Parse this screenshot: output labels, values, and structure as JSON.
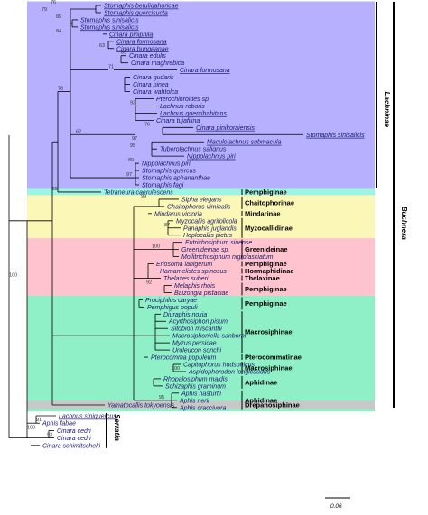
{
  "bands": [
    {
      "color": "#b7b0ff",
      "name": "lachninae-band"
    },
    {
      "color": "#9ef3e2",
      "name": "tetraneura-band"
    },
    {
      "color": "#fbf7b6",
      "name": "yellow-band"
    },
    {
      "color": "#ffc3cf",
      "name": "pink-band"
    },
    {
      "color": "#8ff0c8",
      "name": "green-band"
    },
    {
      "color": "#c8c8c8",
      "name": "drepanosiphinae-band"
    }
  ],
  "side_labels": {
    "lachninae": "Lachninae",
    "buchnera": "Buchnera",
    "serratia": "Serratia"
  },
  "scale_bar": "0.06",
  "taxa": [
    {
      "label": "Stomaphis betulidahuricae",
      "u": true
    },
    {
      "label": "Stomaphis quercisucta",
      "u": true
    },
    {
      "label": "Stomaphis sinisalicis",
      "u": true
    },
    {
      "label": "Stomaphis sinisalicis",
      "u": true
    },
    {
      "label": "Cinara piniphila",
      "u": true
    },
    {
      "label": "Cinara formosana",
      "u": true
    },
    {
      "label": "Cinara bungeanae",
      "u": true
    },
    {
      "label": "Cinara edulis",
      "u": false
    },
    {
      "label": "Cinara maghrebica",
      "u": false
    },
    {
      "label": "Cinara formosana",
      "u": true
    },
    {
      "label": "Cinara gudaris",
      "u": false
    },
    {
      "label": "Cinara pinea",
      "u": false
    },
    {
      "label": "Cinara wahtolca",
      "u": false
    },
    {
      "label": "Pterochloroides sp.",
      "u": false
    },
    {
      "label": "Lachnus roboris",
      "u": false
    },
    {
      "label": "Lachnus quercihabitans",
      "u": true
    },
    {
      "label": "Cinara tujafilina",
      "u": false
    },
    {
      "label": "Cinara pinikoraiensis",
      "u": true
    },
    {
      "label": "Stomaphis sinisalicis",
      "u": true
    },
    {
      "label": "Maculolachnus submacula",
      "u": true
    },
    {
      "label": "Tuberolachnus salignus",
      "u": false
    },
    {
      "label": "Nippolachnus piri",
      "u": true
    },
    {
      "label": "Nippolachnus piri",
      "u": false
    },
    {
      "label": "Stomaphis quercus",
      "u": false
    },
    {
      "label": "Stomaphis aphananthae",
      "u": false
    },
    {
      "label": "Stomaphis fagi",
      "u": false
    },
    {
      "label": "Tetraneura caerulescens",
      "u": false
    },
    {
      "label": "Sipha elegans",
      "u": false
    },
    {
      "label": "Chaitophorus viminalis",
      "u": false
    },
    {
      "label": "Mindarus victoria",
      "u": false
    },
    {
      "label": "Myzocallis agrifolicola",
      "u": false
    },
    {
      "label": "Panaphis juglandis",
      "u": false
    },
    {
      "label": "Hoplocallis pictus",
      "u": false
    },
    {
      "label": "Eutrichosiphum sinense",
      "u": false
    },
    {
      "label": "Greenideinae sp.",
      "u": false
    },
    {
      "label": "Mollitrichosiphum nigrofasciatum",
      "u": false
    },
    {
      "label": "Eriosoma lanigerum",
      "u": false
    },
    {
      "label": "Hamamelistes spinosus",
      "u": false
    },
    {
      "label": "Thelaxes suberi",
      "u": false
    },
    {
      "label": "Melaphis rhois",
      "u": false
    },
    {
      "label": "Baizongia pistaciae",
      "u": false
    },
    {
      "label": "Prociphilus caryae",
      "u": false
    },
    {
      "label": "Pemphigus populi",
      "u": false
    },
    {
      "label": "Diuraphis noxia",
      "u": false
    },
    {
      "label": "Acyrthosiphon pisum",
      "u": false
    },
    {
      "label": "Sitobion miscanthi",
      "u": false
    },
    {
      "label": "Macrosiphoniella sanborni",
      "u": false
    },
    {
      "label": "Myzus persicae",
      "u": false
    },
    {
      "label": "Uroleucon sonchi",
      "u": false
    },
    {
      "label": "Pterocomma populeum",
      "u": false
    },
    {
      "label": "Capitophorus hudsonicus",
      "u": false
    },
    {
      "label": "Aspidophorodon longicaudus",
      "u": false
    },
    {
      "label": "Rhopalosiphum maidis",
      "u": false
    },
    {
      "label": "Schizaphis graminum",
      "u": false
    },
    {
      "label": "Aphis nasturtii",
      "u": false
    },
    {
      "label": "Aphis nerii",
      "u": false
    },
    {
      "label": "Aphis craccivora",
      "u": false
    },
    {
      "label": "Yamatocallis tokyoensis",
      "u": false
    },
    {
      "label": "Lachnus siniquercus",
      "u": true
    },
    {
      "label": "Aphis fabae",
      "u": false
    },
    {
      "label": "Cinara cedri",
      "u": false
    },
    {
      "label": "Cinara cedri",
      "u": false
    },
    {
      "label": "Cinara schimitscheki",
      "u": false
    }
  ],
  "groups": [
    {
      "label": "Pemphiginae",
      "from": 26,
      "to": 26
    },
    {
      "label": "Chaitophorinae",
      "from": 27,
      "to": 28
    },
    {
      "label": "Mindarinae",
      "from": 29,
      "to": 29
    },
    {
      "label": "Myzocallidinae",
      "from": 30,
      "to": 32
    },
    {
      "label": "Greenideinae",
      "from": 33,
      "to": 35
    },
    {
      "label": "Pemphiginae",
      "from": 36,
      "to": 36
    },
    {
      "label": "Hormaphidinae",
      "from": 37,
      "to": 37
    },
    {
      "label": "Thelaxinae",
      "from": 38,
      "to": 38
    },
    {
      "label": "Pemphiginae",
      "from": 39,
      "to": 40
    },
    {
      "label": "Pemphiginae",
      "from": 41,
      "to": 42
    },
    {
      "label": "Macrosiphinae",
      "from": 43,
      "to": 48
    },
    {
      "label": "Pterocommatinae",
      "from": 49,
      "to": 49
    },
    {
      "label": "Macrosiphinae",
      "from": 50,
      "to": 51
    },
    {
      "label": "Aphidinae",
      "from": 52,
      "to": 53
    },
    {
      "label": "Aphidinae",
      "from": 54,
      "to": 56
    },
    {
      "label": "Drepanosiphinae",
      "from": 57,
      "to": 57
    }
  ],
  "bootstrap": [
    {
      "value": "79",
      "row": 1
    },
    {
      "value": "76",
      "row": 0
    },
    {
      "value": "85",
      "row": 2
    },
    {
      "value": "84",
      "row": 4
    },
    {
      "value": "63",
      "row": 6
    },
    {
      "value": "85",
      "row": 7
    },
    {
      "value": "71",
      "row": 9
    },
    {
      "value": "78",
      "row": 12
    },
    {
      "value": "93",
      "row": 14
    },
    {
      "value": "62",
      "row": 18
    },
    {
      "value": "76",
      "row": 17
    },
    {
      "value": "97",
      "row": 19
    },
    {
      "value": "95",
      "row": 20
    },
    {
      "value": "89",
      "row": 22
    },
    {
      "value": "97",
      "row": 24
    },
    {
      "value": "55",
      "row": 26
    },
    {
      "value": "99",
      "row": 27
    },
    {
      "value": "87",
      "row": 31
    },
    {
      "value": "100",
      "row": 34
    },
    {
      "value": "92",
      "row": 39
    },
    {
      "value": "100",
      "row": 51
    },
    {
      "value": "95",
      "row": 55
    },
    {
      "value": "100",
      "row": 38
    },
    {
      "value": "100",
      "row": 60
    },
    {
      "value": "91",
      "row": 59
    },
    {
      "value": "93",
      "row": 61
    }
  ]
}
